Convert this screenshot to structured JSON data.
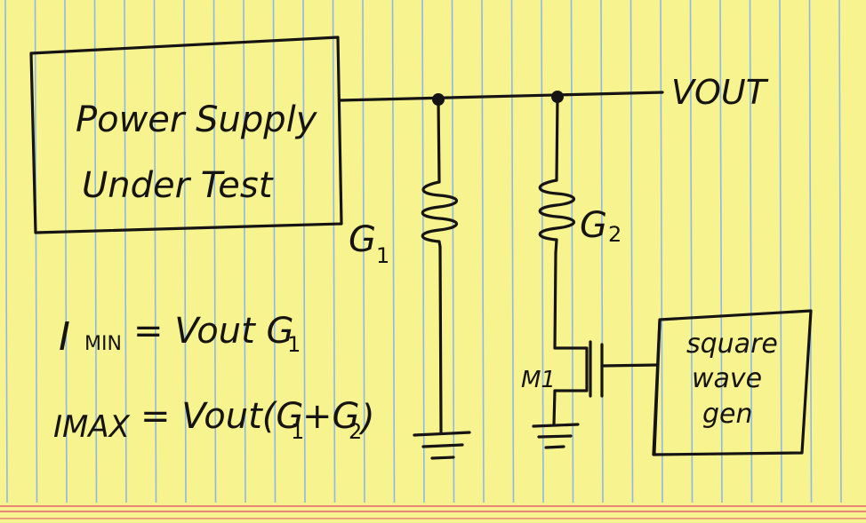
{
  "diagram": {
    "block_label_line1": "Power Supply",
    "block_label_line2": "Under Test",
    "output_label": "VOUT",
    "resistor1_label": "G",
    "resistor1_sub": "1",
    "resistor2_label": "G",
    "resistor2_sub": "2",
    "transistor_label": "M1",
    "generator_line1": "square",
    "generator_line2": "wave",
    "generator_line3": "gen",
    "equation_min_lhs": "I",
    "equation_min_lhs_sub": "MIN",
    "equation_min_rhs": "= Vout G",
    "equation_min_rhs_sub": "1",
    "equation_max_lhs": "IMAX",
    "equation_max_rhs": "= Vout(G",
    "equation_max_rhs_sub1": "1",
    "equation_max_rhs_mid": "+G",
    "equation_max_rhs_sub2": "2",
    "equation_max_rhs_end": ")"
  },
  "colors": {
    "paper": "#f7f38e",
    "rule_blue": "#8fb8e8",
    "margin_red": "#e8867a",
    "ink": "#161412"
  }
}
